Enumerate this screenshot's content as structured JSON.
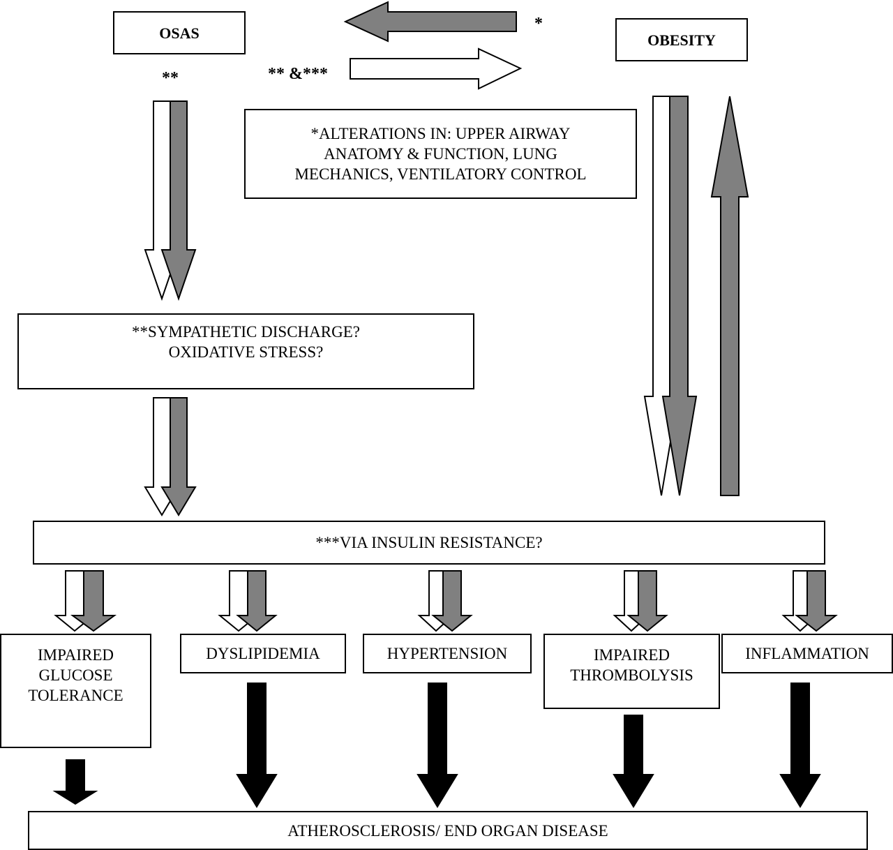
{
  "nodes": {
    "osas": "OSAS",
    "obesity": "OBESITY",
    "alterations": "*ALTERATIONS IN: UPPER AIRWAY\nANATOMY & FUNCTION, LUNG\nMECHANICS, VENTILATORY CONTROL",
    "sympathetic": "**SYMPATHETIC DISCHARGE?\nOXIDATIVE STRESS?",
    "insulin": "***VIA INSULIN RESISTANCE?",
    "glucose": "IMPAIRED\nGLUCOSE\nTOLERANCE",
    "dyslipidemia": "DYSLIPIDEMIA",
    "hypertension": "HYPERTENSION",
    "thrombolysis": "IMPAIRED\nTHROMBOLYSIS",
    "inflammation": "INFLAMMATION",
    "atherosclerosis": "ATHEROSCLEROSIS/ END ORGAN DISEASE"
  },
  "labels": {
    "obesity_to_osas": "*",
    "osas_to_obesity": "** &***",
    "osas_down": "**"
  },
  "colors": {
    "gray_arrow": "#808080",
    "white_arrow": "#ffffff",
    "black_arrow": "#000000",
    "outline": "#000000"
  }
}
